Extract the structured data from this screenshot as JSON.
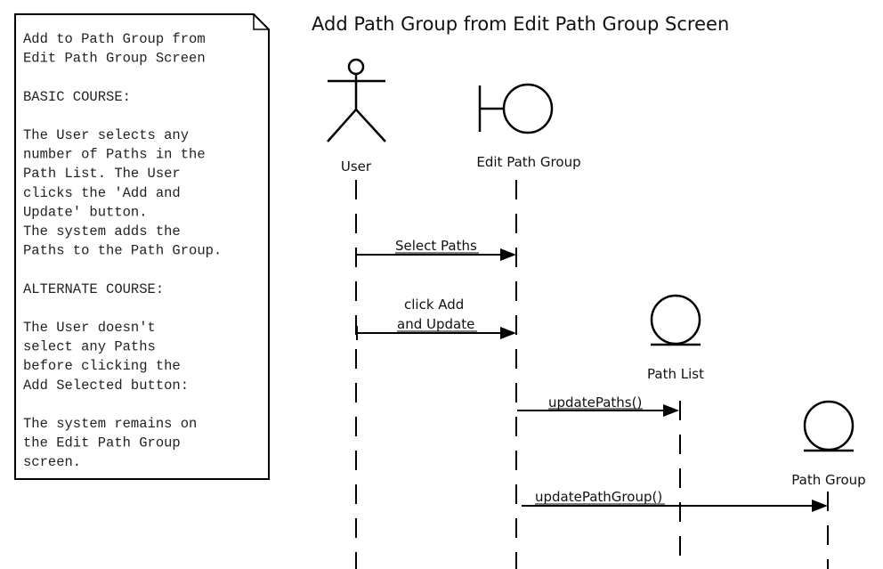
{
  "diagram": {
    "title": "Add Path Group from Edit Path Group Screen",
    "note": {
      "lines": [
        "Add to Path Group from",
        "Edit Path Group Screen",
        "",
        "BASIC COURSE:",
        "",
        "The User selects any",
        "number of Paths in the",
        "Path List. The User",
        "clicks the 'Add and",
        "Update' button.",
        "The system adds the",
        "Paths to the Path Group.",
        "",
        "ALTERNATE COURSE:",
        "",
        "The User doesn't",
        "select any Paths",
        "before clicking the",
        "Add Selected button:",
        "",
        "The system remains on",
        "the Edit Path Group",
        "screen."
      ]
    },
    "participants": {
      "user": "User",
      "edit_path_group": "Edit Path Group",
      "path_list": "Path List",
      "path_group": "Path Group"
    },
    "messages": {
      "select_paths": "Select Paths",
      "click_add_line1": "click Add",
      "click_add_line2": "and Update",
      "update_paths": "updatePaths()",
      "update_path_group": "updatePathGroup()"
    }
  }
}
